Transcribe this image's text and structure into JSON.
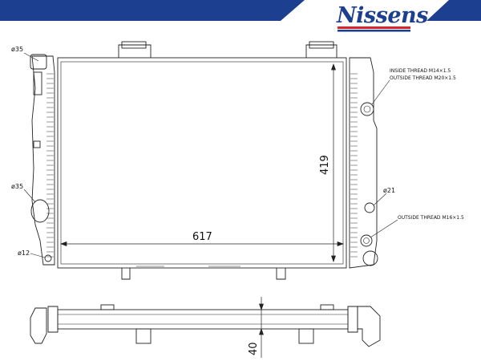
{
  "brand": {
    "name": "Nissens",
    "colors": {
      "navy": "#1d3f8f",
      "red": "#d8232a"
    }
  },
  "dimensions": {
    "width": "617",
    "height": "419",
    "depth": "40"
  },
  "callouts": {
    "dia_top_left": "ø35",
    "dia_mid_left": "ø35",
    "dia_bottom_left": "ø12",
    "dia_right": "ø21",
    "inside_thread": "INSIDE THREAD M14×1.5",
    "outside_thread_1": "OUTSIDE THREAD M20×1.5",
    "outside_thread_2": "OUTSIDE THREAD M16×1.5"
  },
  "icons": {
    "logo": "nissens-logo-icon"
  }
}
